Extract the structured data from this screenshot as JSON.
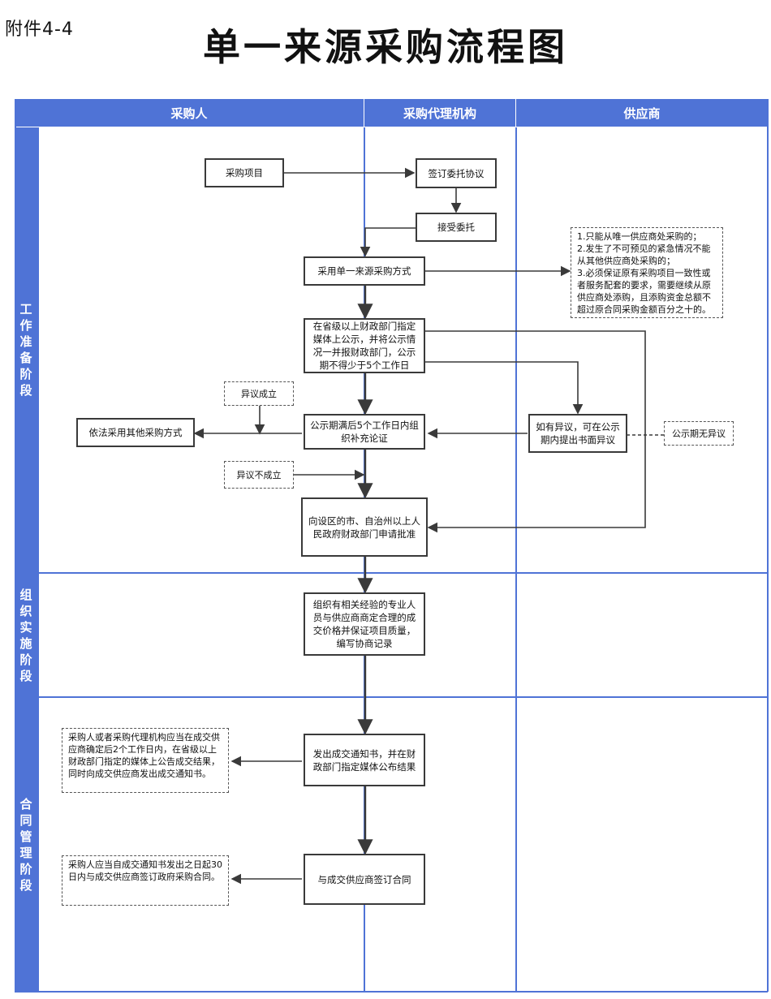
{
  "header": {
    "attachment": "附件4-4",
    "title": "单一来源采购流程图"
  },
  "lanes": [
    "采购人",
    "采购代理机构",
    "供应商"
  ],
  "stages": [
    {
      "chars": [
        "工",
        "作",
        "准",
        "备",
        "阶",
        "段"
      ]
    },
    {
      "chars": [
        "组",
        "织",
        "实",
        "施",
        "阶",
        "段"
      ]
    },
    {
      "chars": [
        "合",
        "同",
        "管",
        "理",
        "阶",
        "段"
      ]
    }
  ],
  "nodes": {
    "project": "采购项目",
    "sign": "签订委托协议",
    "accept": "接受委托",
    "adopt": "采用单一来源采购方式",
    "publicize": "在省级以上财政部门指定媒体上公示，并将公示情况一并报财政部门，公示期不得少于5个工作日",
    "argue": "公示期满后5个工作日内组织补充论证",
    "other_method": "依法采用其他采购方式",
    "objection_ok": "异议成立",
    "objection_fail": "异议不成立",
    "supplier_objection": "如有异议，可在公示期内提出书面异议",
    "no_objection": "公示期无异议",
    "apply": "向设区的市、自治州以上人民政府财政部门申请批准",
    "negotiate": "组织有相关经验的专业人员与供应商商定合理的成交价格并保证项目质量，编写协商记录",
    "notice": "发出成交通知书，并在财政部门指定媒体公布结果",
    "notice_note": "采购人或者采购代理机构应当在成交供应商确定后2个工作日内，在省级以上财政部门指定的媒体上公告成交结果，同时向成交供应商发出成交通知书。",
    "contract": "与成交供应商签订合同",
    "contract_note": "采购人应当自成交通知书发出之日起30日内与成交供应商签订政府采购合同。",
    "conditions": [
      "1.只能从唯一供应商处采购的；",
      "2.发生了不可预见的紧急情况不能从其他供应商处采购的；",
      "3.必须保证原有采购项目一致性或者服务配套的要求，需要继续从原供应商处添购，且添购资金总额不超过原合同采购金额百分之十的。"
    ]
  },
  "colors": {
    "lane_blue": "#4f73d6",
    "arrow": "#3a3a3a"
  }
}
